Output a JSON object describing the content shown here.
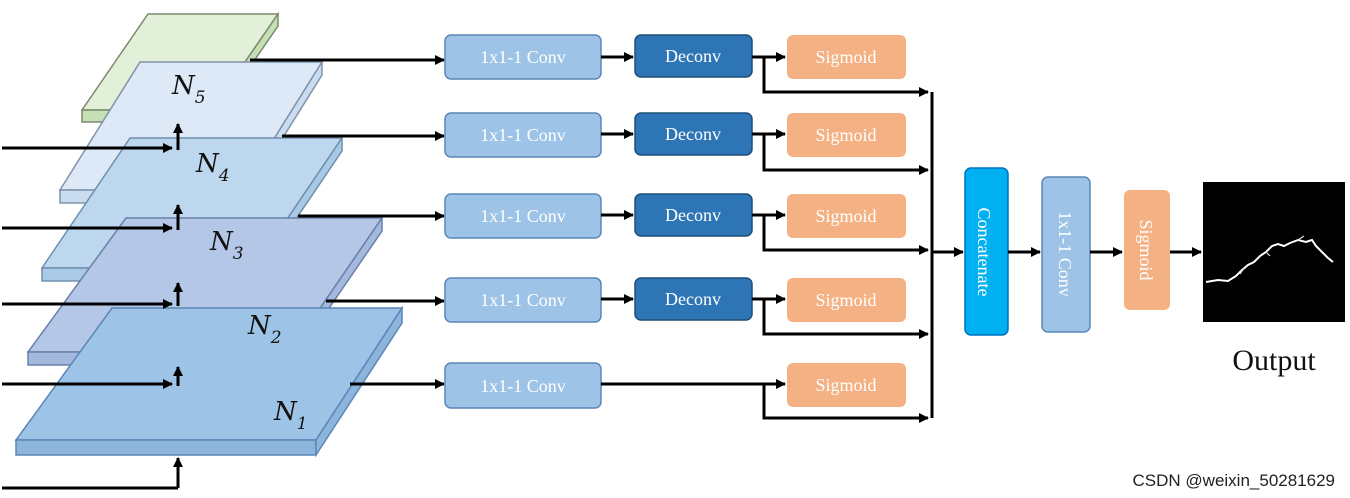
{
  "colors": {
    "conv": "#9dc3e6",
    "conv_stroke": "#5b86b8",
    "deconv": "#2e75b6",
    "deconv_stroke": "#1f4e79",
    "sigmoid": "#f4b183",
    "concat": "#00b0f0",
    "concat_stroke": "#0070c0",
    "arrow": "#000000",
    "n5_face": "#e2f0d9",
    "n4_face": "#dde9f6",
    "n3_face": "#bdd7ee",
    "n2_face": "#b4c7e7",
    "n1_face": "#9dc3e6"
  },
  "layers": [
    {
      "letter": "N",
      "sub": "5"
    },
    {
      "letter": "N",
      "sub": "4"
    },
    {
      "letter": "N",
      "sub": "3"
    },
    {
      "letter": "N",
      "sub": "2"
    },
    {
      "letter": "N",
      "sub": "1"
    }
  ],
  "branches": [
    {
      "conv": "1x1-1 Conv",
      "deconv": "Deconv",
      "sigmoid": "Sigmoid"
    },
    {
      "conv": "1x1-1 Conv",
      "deconv": "Deconv",
      "sigmoid": "Sigmoid"
    },
    {
      "conv": "1x1-1 Conv",
      "deconv": "Deconv",
      "sigmoid": "Sigmoid"
    },
    {
      "conv": "1x1-1 Conv",
      "deconv": "Deconv",
      "sigmoid": "Sigmoid"
    },
    {
      "conv": "1x1-1 Conv",
      "deconv": "",
      "sigmoid": "Sigmoid"
    }
  ],
  "fusion": {
    "concat": "Concatenate",
    "conv": "1x1-1 Conv",
    "sigmoid": "Sigmoid"
  },
  "output_label": "Output",
  "watermark": "CSDN @weixin_50281629"
}
